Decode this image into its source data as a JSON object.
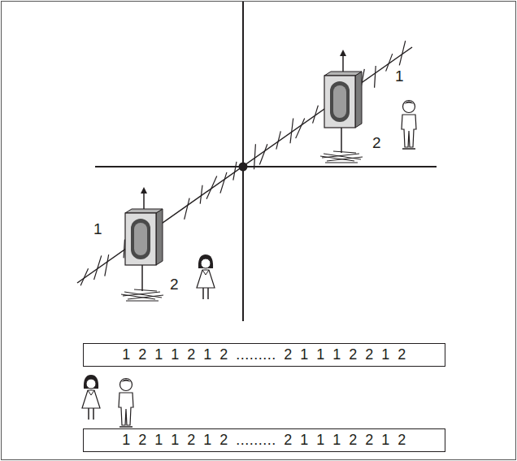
{
  "diagram": {
    "nodes": [
      {
        "text": [
          "1 2 1 1 2 1 2 ......... 2 1 1 1 2 2 1 2"
        ]
      },
      {
        "text": [
          "1 2 1 1 2 1 2 ......... 2 1 1 1 2 2 1 2"
        ]
      }
    ],
    "labels": [
      "1",
      "2",
      "1",
      "2"
    ]
  }
}
